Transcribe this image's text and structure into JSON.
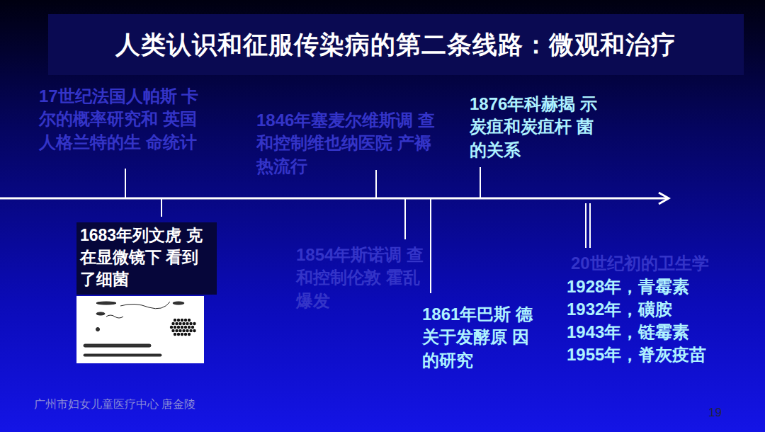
{
  "diagram": {
    "title": "人类认识和征服传染病的第二条线路：微观和治疗",
    "labels": [
      "17世纪法国人帕斯 卡尔的概率研究和 英国人格兰特的生 命统计",
      "1683年列文虎 克在显微镜下 看到了细菌",
      "1846年塞麦尔维斯调 查和控制维也纳医院 产褥热流行",
      "1854年斯诺调 查和控制伦敦 霍乱爆发",
      "1861年巴斯 德关于发酵原 因的研究",
      "1876年科赫揭 示炭疽和炭疽杆 菌的关系",
      "20世纪初的卫生学",
      "1928年，青霉素",
      "1932年，磺胺",
      "1943年，链霉素",
      "1955年，脊灰疫苗",
      "广州市妇女儿童医疗中心  唐金陵",
      "19"
    ]
  }
}
